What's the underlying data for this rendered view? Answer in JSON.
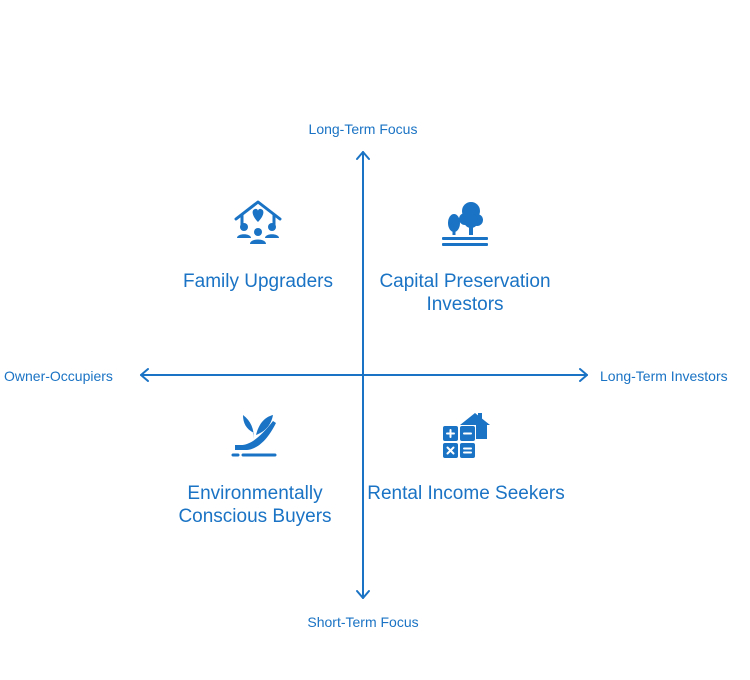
{
  "axes": {
    "top": "Long-Term Focus",
    "bottom": "Short-Term Focus",
    "left": "Owner-Occupiers",
    "right": "Long-Term Investors"
  },
  "quadrants": {
    "top_left": {
      "label": "Family Upgraders",
      "icon": "family-house-icon"
    },
    "top_right": {
      "label": "Capital Preservation Investors",
      "icon": "trees-icon"
    },
    "bottom_left": {
      "label": "Environmentally Conscious Buyers",
      "icon": "plant-hand-icon"
    },
    "bottom_right": {
      "label": "Rental Income Seekers",
      "icon": "calculator-house-icon"
    }
  },
  "colors": {
    "accent": "#1a73c4"
  }
}
